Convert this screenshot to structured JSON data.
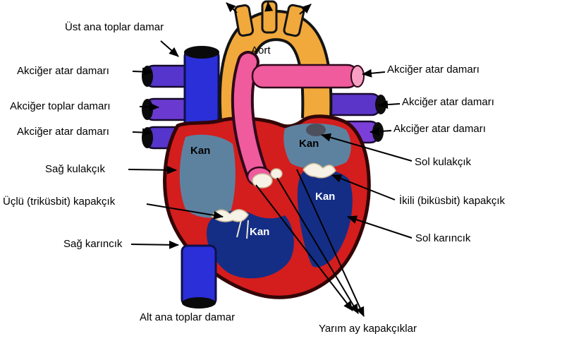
{
  "diagram": {
    "type": "heart-anatomy-diagram",
    "language": "Turkish",
    "labels": {
      "ust_ana_toplar_damar": "Üst ana toplar damar",
      "aort": "Aort",
      "akciger_atar_damari_left_1": "Akciğer atar damarı",
      "akciger_toplar_damari_left": "Akciğer toplar damarı",
      "akciger_atar_damari_left_2": "Akciğer atar damarı",
      "sag_kulakcik": "Sağ kulakçık",
      "uclu_trikusbit_kapakcik": "Üçlü (triküsbit) kapakçık",
      "sag_karincik": "Sağ karıncık",
      "alt_ana_toplar_damar": "Alt ana toplar damar",
      "akciger_atar_damari_right_1": "Akciğer atar damarı",
      "akciger_atar_damari_right_2": "Akciğer atar damarı",
      "akciger_atar_damari_right_3": "Akciğer atar damarı",
      "sol_kulakcik": "Sol kulakçık",
      "ikili_bikusbit_kapakcik": "İkili (biküsbit) kapakçık",
      "sol_karincik": "Sol karıncık",
      "yarim_ay_kapakciklar": "Yarım ay kapakçıklar",
      "kan": "Kan"
    },
    "colors": {
      "aorta_orange": "#f1a93c",
      "vein_blue": "#2a2fd8",
      "pulmonary_pink": "#ef5b9d",
      "vessel_purple": "#6038cc",
      "heart_wall_red": "#d41d1d",
      "atrium_blue": "#5d82a0",
      "ventricle_blue": "#142e86",
      "background": "#ffffff"
    }
  }
}
